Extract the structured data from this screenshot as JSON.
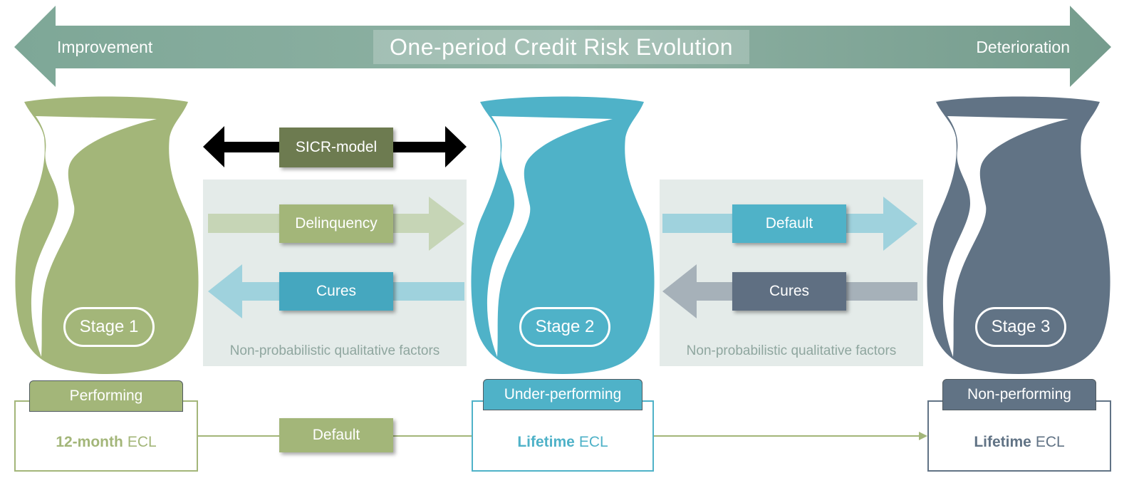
{
  "banner": {
    "title": "One-period Credit Risk Evolution",
    "left_label": "Improvement",
    "right_label": "Deterioration"
  },
  "colors": {
    "stage1": "#a3b679",
    "stage2": "#4fb2c8",
    "stage3": "#617385",
    "banner": "#86ac9c",
    "sicr": "#6d7b50",
    "panel": "#e4ebe9"
  },
  "sicr": {
    "label": "SICR-model"
  },
  "transition_left": {
    "forward_label": "Delinquency",
    "backward_label": "Cures",
    "note": "Non-probabilistic qualitative factors"
  },
  "transition_right": {
    "forward_label": "Default",
    "backward_label": "Cures",
    "note": "Non-probabilistic qualitative factors"
  },
  "stages": [
    {
      "label": "Stage 1",
      "status": "Performing",
      "ecl_bold": "12-month",
      "ecl_rest": "ECL",
      "icon": "vase-icon"
    },
    {
      "label": "Stage 2",
      "status": "Under-performing",
      "ecl_bold": "Lifetime",
      "ecl_rest": "ECL",
      "icon": "vase-icon"
    },
    {
      "label": "Stage 3",
      "status": "Non-performing",
      "ecl_bold": "Lifetime",
      "ecl_rest": "ECL",
      "icon": "vase-icon"
    }
  ],
  "bottom_link": {
    "label": "Default"
  }
}
